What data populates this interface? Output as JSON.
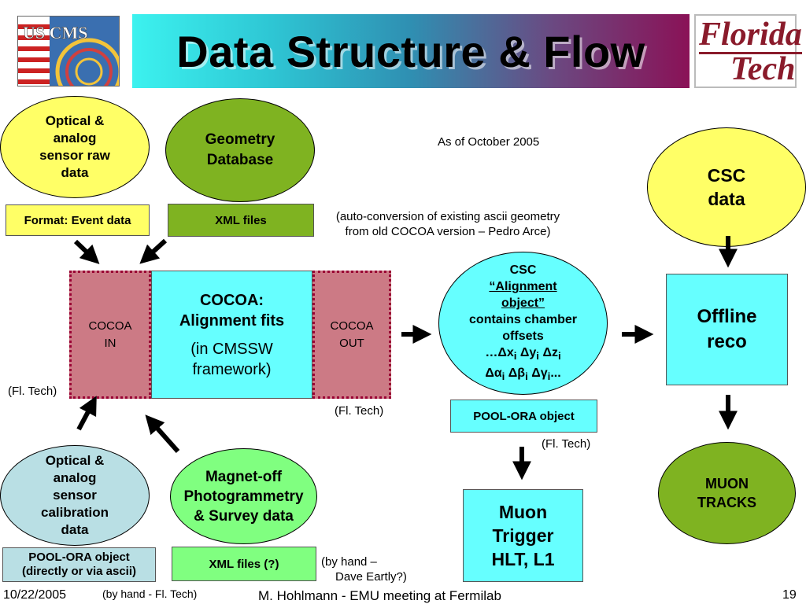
{
  "title": "Data Structure & Flow",
  "logos": {
    "left_text": "US CMS",
    "right_line1": "Florida",
    "right_line2": "Tech"
  },
  "as_of": "As of October 2005",
  "optical_raw": {
    "line1": "Optical &",
    "line2": "analog",
    "line3": "sensor raw",
    "line4": "data",
    "format": "Format: Event data"
  },
  "geometry": {
    "line1": "Geometry",
    "line2": "Database",
    "format": "XML files"
  },
  "auto_conversion": {
    "line1": "(auto-conversion of existing ascii geometry",
    "line2": "from old COCOA version – Pedro Arce)"
  },
  "csc_data": {
    "line1": "CSC",
    "line2": "data"
  },
  "cocoa_in": {
    "line1": "COCOA",
    "line2": "IN"
  },
  "cocoa_fits": {
    "line1": "COCOA:",
    "line2": "Alignment fits",
    "line3": "(in CMSSW",
    "line4": "framework)"
  },
  "cocoa_out": {
    "line1": "COCOA",
    "line2": "OUT"
  },
  "fl_tech_left": "(Fl. Tech)",
  "fl_tech_mid": "(Fl. Tech)",
  "fl_tech_right": "(Fl. Tech)",
  "csc_alignment": {
    "line1": "CSC",
    "line2": "“Alignment",
    "line3": "object”",
    "line4": "contains chamber",
    "line5": "offsets",
    "line6": "…Δx",
    "sub_i": "i",
    "dy": " Δy",
    "dz": " Δz",
    "alpha": "Δα",
    "beta": " Δβ",
    "gamma": " Δγ",
    "trail": "..."
  },
  "pool_ora": "POOL-ORA object",
  "offline_reco": {
    "line1": "Offline",
    "line2": "reco"
  },
  "optical_calib": {
    "line1": "Optical &",
    "line2": "analog",
    "line3": "sensor",
    "line4": "calibration",
    "line5": "data",
    "format1": "POOL-ORA object",
    "format2": "(directly or via ascii)"
  },
  "magnet_off": {
    "line1": "Magnet-off",
    "line2": "Photogrammetry",
    "line3": "& Survey data",
    "format": "XML files (?)"
  },
  "by_hand_dave": {
    "line1": "(by hand –",
    "line2": "Dave Eartly?)"
  },
  "muon_trigger": {
    "line1": "Muon",
    "line2": "Trigger",
    "line3": "HLT, L1"
  },
  "muon_tracks": {
    "line1": "MUON",
    "line2": "TRACKS"
  },
  "footer": {
    "date": "10/22/2005",
    "by_hand_fl": "(by hand - Fl. Tech)",
    "author": "M. Hohlmann - EMU meeting at Fermilab",
    "page": "19"
  },
  "colors": {
    "yellow": "#ffff66",
    "green": "#7fb321",
    "cyan": "#66ffff",
    "mauve": "#cc7a85",
    "light_blue": "#b9dfe4",
    "light_green": "#80ff80"
  }
}
